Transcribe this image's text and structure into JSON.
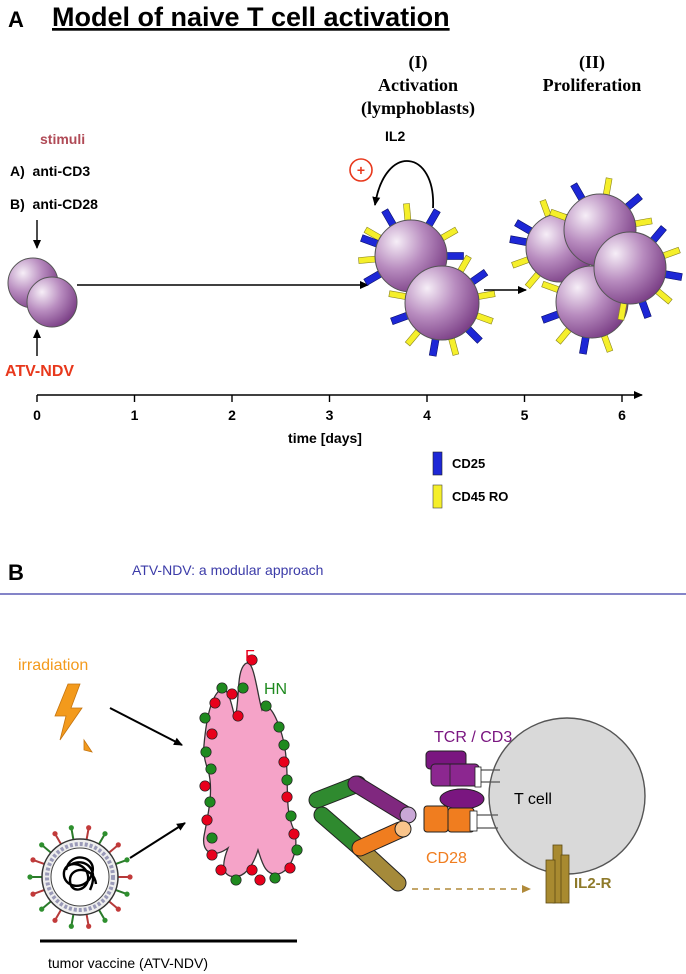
{
  "panel_a": {
    "letter": "A",
    "title": "Model of naive T cell activation",
    "stimuli_heading": "stimuli",
    "stimulus_a": "A)  anti-CD3",
    "stimulus_b": "B)  anti-CD28",
    "atv_ndv": "ATV-NDV",
    "phase1_num": "(I)",
    "phase1_name": "Activation",
    "phase1_sub": "(lymphoblasts)",
    "il2": "IL2",
    "plus": "+",
    "phase2_num": "(II)",
    "phase2_name": "Proliferation",
    "axis_ticks": [
      "0",
      "1",
      "2",
      "3",
      "4",
      "5",
      "6"
    ],
    "axis_label": "time [days]",
    "legend": [
      {
        "label": "CD25",
        "color": "#1d27d6"
      },
      {
        "label": "CD45 RO",
        "color": "#f5ef2a"
      }
    ]
  },
  "panel_b": {
    "letter": "B",
    "subtitle": "ATV-NDV: a modular approach",
    "irradiation": "irradiation",
    "f_label": "F",
    "hn_label": "HN",
    "tcr_label": "TCR / CD3",
    "tcell_label": "T cell",
    "cd28_label": "CD28",
    "il2r_label": "IL2-R",
    "vaccine_label": "tumor vaccine (ATV-NDV)"
  },
  "colors": {
    "cell_purple": "#7c3f86",
    "cd25": "#1d27d6",
    "cd45ro": "#f5ef2a",
    "atv_red": "#e8381c",
    "stimuli_red": "#b04a56",
    "divider": "#3b3ba8",
    "tumor_pink": "#f5a3c8",
    "f_red": "#e8001c",
    "hn_green": "#1f8a1f",
    "tcr_purple": "#7a1680",
    "cd28_orange": "#f07d1f",
    "il2r_olive": "#8e7a2a",
    "irradiation_orange": "#f39a1c"
  }
}
